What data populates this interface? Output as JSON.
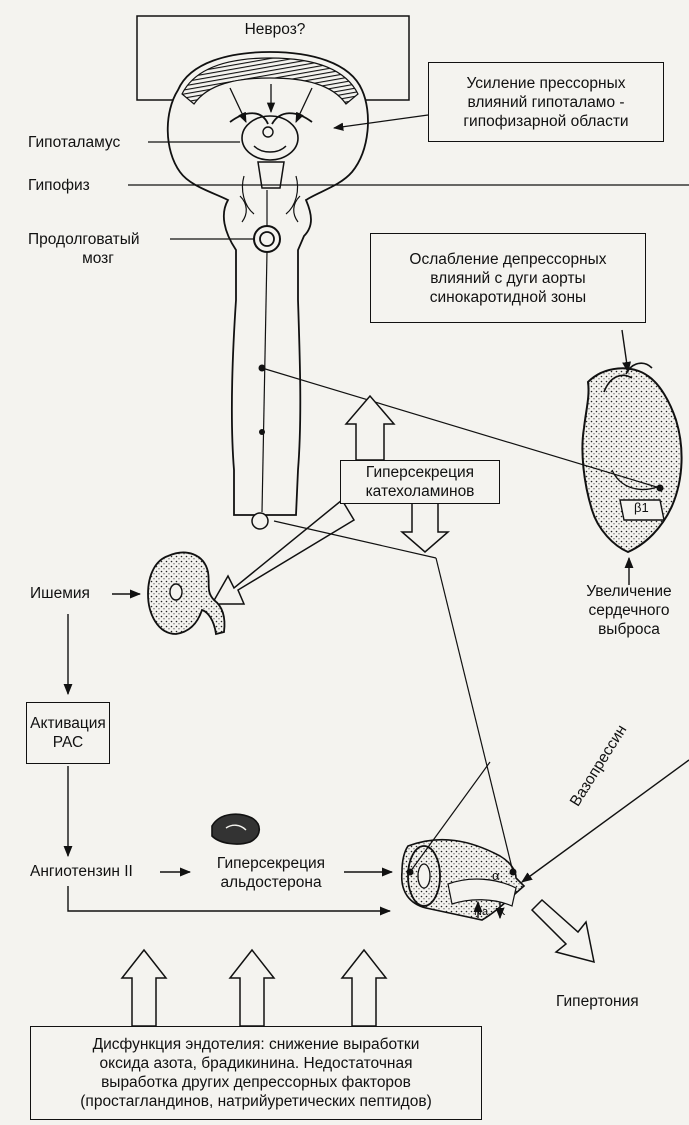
{
  "labels": {
    "neurosis": "Невроз?",
    "hypothalamus": "Гипоталамус",
    "pituitary": "Гипофиз",
    "medulla_line1": "Продолговатый",
    "medulla_line2": "мозг",
    "ischemia": "Ишемия",
    "angiotensin": "Ангиотензин II",
    "aldosterone_line1": "Гиперсекреция",
    "aldosterone_line2": "альдостерона",
    "vasopressin": "Вазопрессин",
    "hypertension": "Гипертония",
    "cardiac_line1": "Увеличение",
    "cardiac_line2": "сердечного",
    "cardiac_line3": "выброса",
    "beta1": "β1",
    "alpha": "α",
    "na": "Na",
    "k": "K"
  },
  "boxes": {
    "pressor": [
      "Усиление прессорных",
      "влияний гипоталамо -",
      "гипофизарной области"
    ],
    "depressor": [
      "Ослабление депрессорных",
      "влияний с дуги аорты",
      "синокаротидной зоны"
    ],
    "catecholamines": [
      "Гиперсекреция",
      "катехоламинов"
    ],
    "ras": [
      "Активация",
      "РАС"
    ],
    "endothelium": [
      "Дисфункция эндотелия: снижение выработки",
      "оксида азота, брадикинина. Недостаточная",
      "выработка других депрессорных факторов",
      "(простагландинов, натрийуретических пептидов)"
    ]
  }
}
